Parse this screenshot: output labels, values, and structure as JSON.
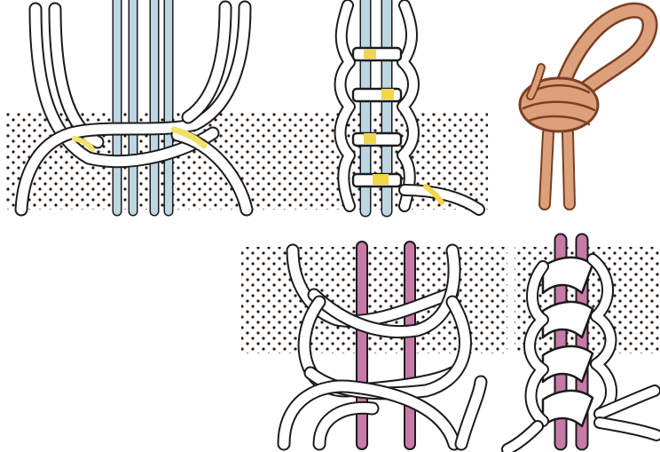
{
  "illustration": {
    "panels": [
      {
        "id": "square-knot-open",
        "cord_colors": {
          "filler": "#bcd6e2",
          "working": "#f2e067"
        }
      },
      {
        "id": "square-knot-sinnet",
        "cord_colors": {
          "filler": "#bcd6e2",
          "working": "#f2d54a"
        }
      },
      {
        "id": "overhand-loop",
        "cord_colors": {
          "cord": "#dca07a",
          "outline": "#7a3f24"
        }
      },
      {
        "id": "double-half-hitch-open",
        "cord_colors": {
          "filler": "#c77aa8",
          "working": "#ffffff"
        }
      },
      {
        "id": "double-half-hitch-sinnet",
        "cord_colors": {
          "filler": "#c77aa8",
          "working": "#ffffff"
        }
      }
    ],
    "pattern": {
      "dot_color": "#2a1a12",
      "background": "#ffffff"
    }
  }
}
